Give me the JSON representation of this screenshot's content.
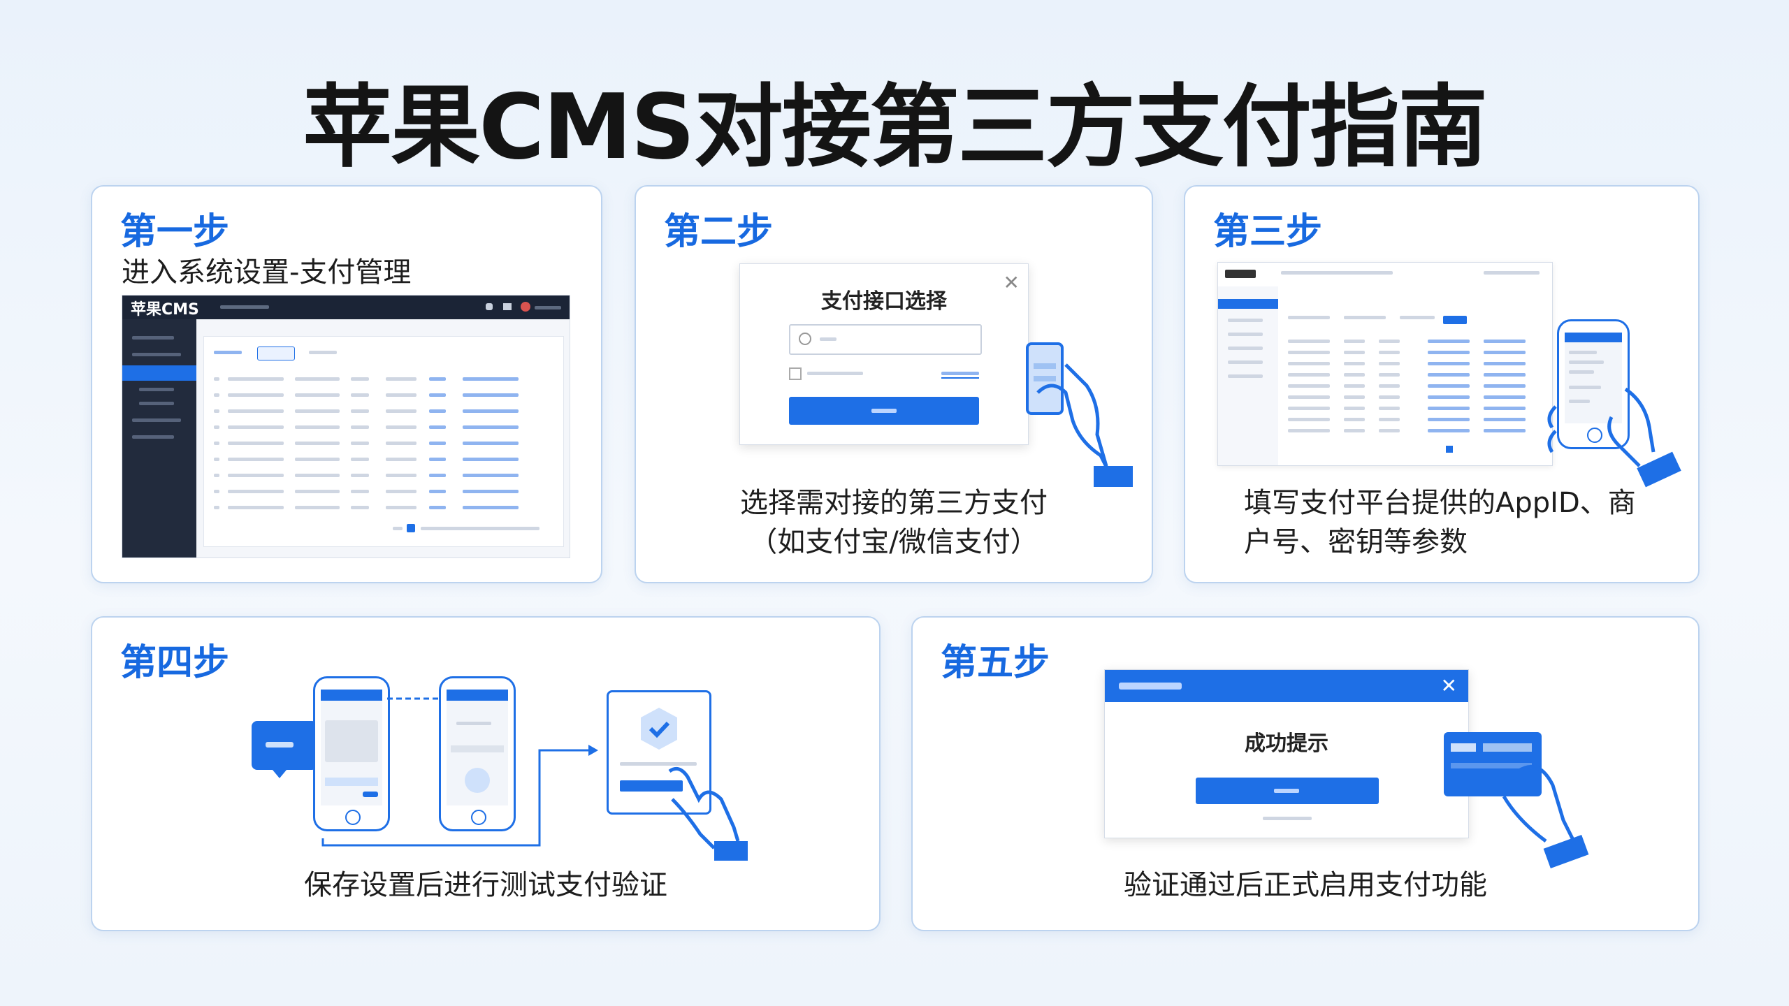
{
  "title": "苹果CMS对接第三方支付指南",
  "step1": {
    "step": "第一步",
    "subtitle": "进入系统设置-支付管理",
    "logo": "苹果CMS"
  },
  "step2": {
    "step": "第二步",
    "dialog_title": "支付接口选择",
    "caption_line1": "选择需对接的第三方支付",
    "caption_line2": "（如支付宝/微信支付）"
  },
  "step3": {
    "step": "第三步",
    "caption_line1": "填写支付平台提供的AppID、商",
    "caption_line2": "户号、密钥等参数"
  },
  "step4": {
    "step": "第四步",
    "caption": "保存设置后进行测试支付验证"
  },
  "step5": {
    "step": "第五步",
    "dialog_title": "成功提示",
    "caption": "验证通过后正式启用支付功能"
  },
  "colors": {
    "accent": "#1e6fe6",
    "step_text": "#1769e0"
  }
}
